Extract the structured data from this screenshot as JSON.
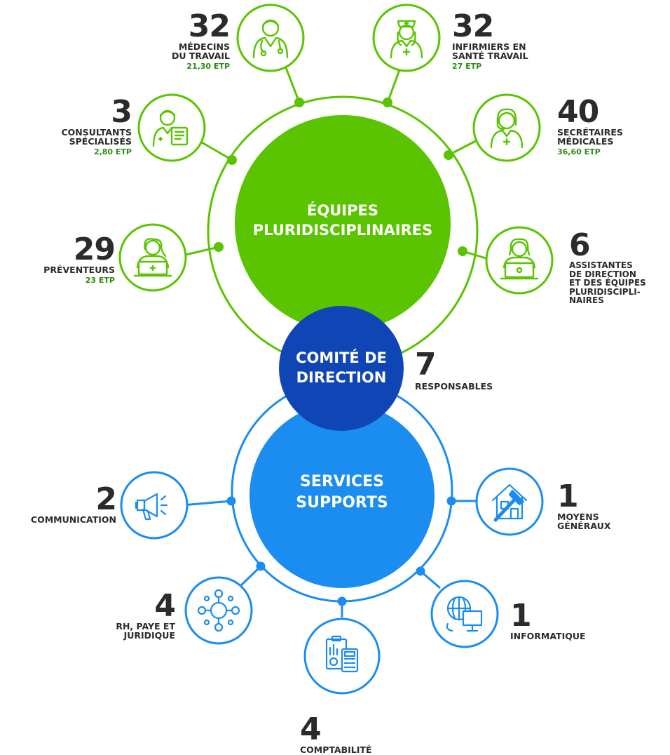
{
  "colors": {
    "green": "#5ac400",
    "green_dark": "#2c8c14",
    "blue": "#1b8cf0",
    "blue_light": "#e6f2fd",
    "navy": "#0f45b5",
    "text": "#2b2b2b"
  },
  "hubs": {
    "equipes": [
      "ÉQUIPES",
      "PLURIDISCIPLINAIRES"
    ],
    "comite": [
      "COMITÉ DE",
      "DIRECTION"
    ],
    "services": [
      "SERVICES",
      "SUPPORTS"
    ]
  },
  "comite_info": {
    "count": "7",
    "label": "RESPONSABLES"
  },
  "equipes_nodes": [
    {
      "count": "32",
      "label": [
        "MÉDECINS",
        "DU TRAVAIL"
      ],
      "etp": "21,30 ETP",
      "icon": "doctor-icon"
    },
    {
      "count": "32",
      "label": [
        "INFIRMIERS EN",
        "SANTÉ TRAVAIL"
      ],
      "etp": "27 ETP",
      "icon": "nurse-icon"
    },
    {
      "count": "3",
      "label": [
        "CONSULTANTS",
        "SPÉCIALISÉS"
      ],
      "etp": "2,80 ETP",
      "icon": "consultant-icon"
    },
    {
      "count": "40",
      "label": [
        "SECRÉTAIRES",
        "MÉDICALES"
      ],
      "etp": "36,60 ETP",
      "icon": "secretary-headset-icon"
    },
    {
      "count": "29",
      "label": [
        "PRÉVENTEURS"
      ],
      "etp": "23 ETP",
      "icon": "preventer-laptop-icon"
    },
    {
      "count": "6",
      "label": [
        "ASSISTANTES",
        "DE DIRECTION",
        "ET DES ÉQUIPES",
        "PLURIDISCIPLI-",
        "NAIRES"
      ],
      "etp": "",
      "icon": "assistant-laptop-icon"
    }
  ],
  "services_nodes": [
    {
      "count": "2",
      "label": [
        "COMMUNICATION"
      ],
      "icon": "megaphone-icon"
    },
    {
      "count": "1",
      "label": [
        "MOYENS",
        "GÉNÉRAUX"
      ],
      "icon": "building-hammer-icon"
    },
    {
      "count": "4",
      "label": [
        "RH, PAYE ET",
        "JURIDIQUE"
      ],
      "icon": "network-people-icon"
    },
    {
      "count": "1",
      "label": [
        "INFORMATIQUE"
      ],
      "icon": "computer-globe-icon"
    },
    {
      "count": "4",
      "label": [
        "COMPTABILITÉ"
      ],
      "icon": "calculator-clipboard-icon"
    }
  ]
}
